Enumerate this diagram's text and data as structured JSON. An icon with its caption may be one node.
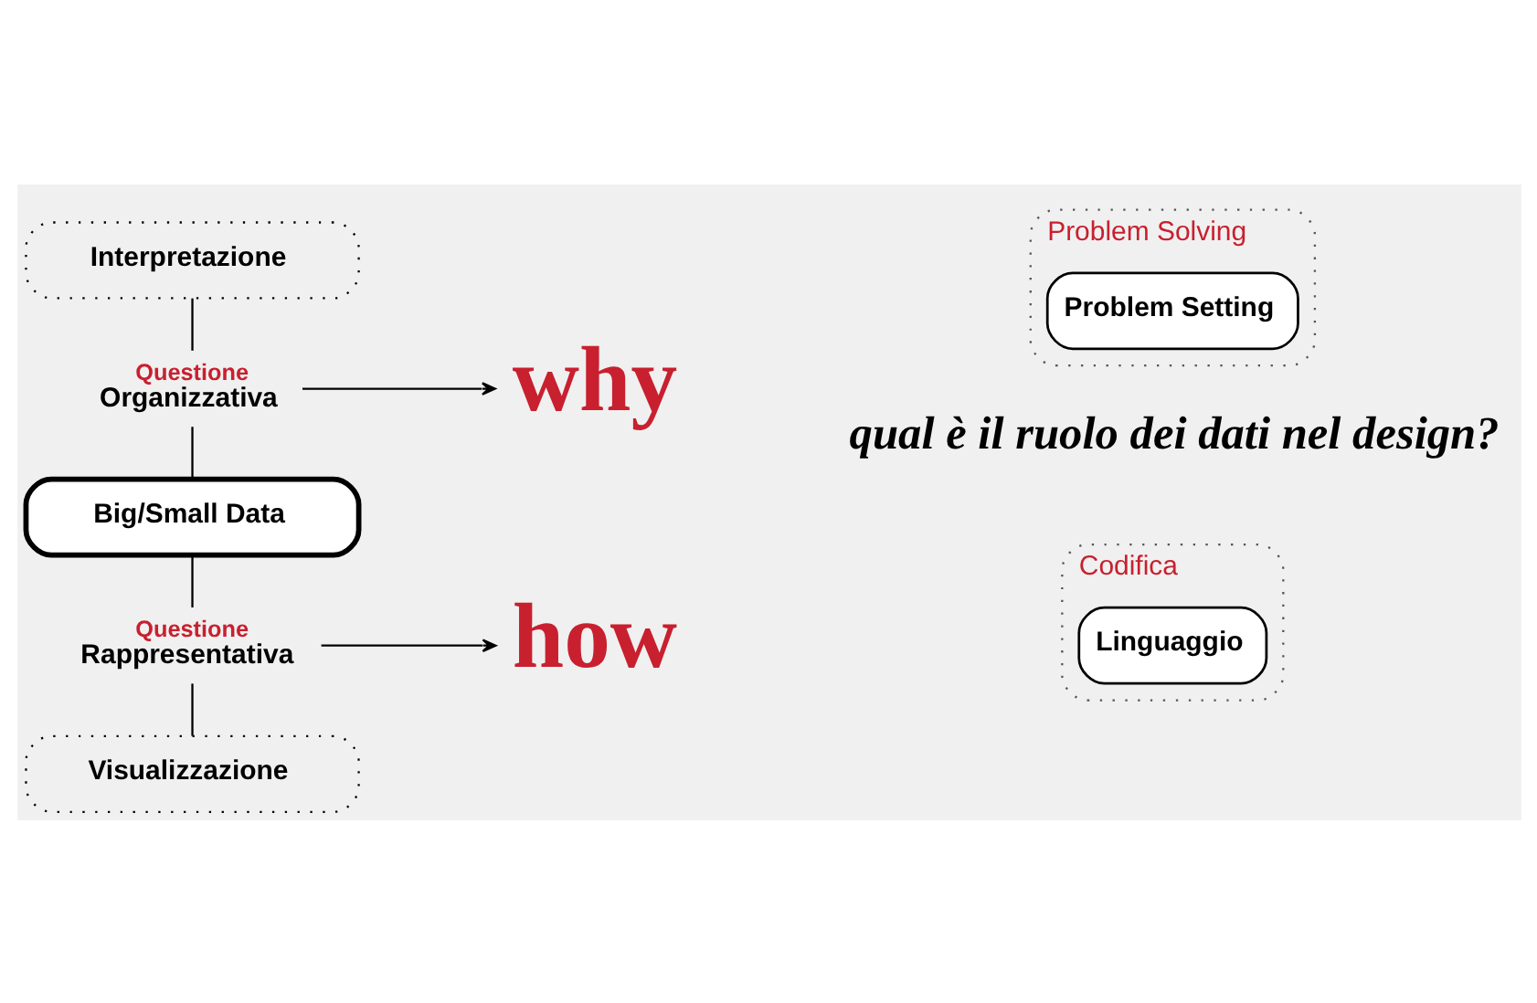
{
  "diagram": {
    "nodes": [
      {
        "text": [
          "Interpretazione"
        ]
      },
      {
        "text": [
          "Questione",
          "Organizzativa"
        ]
      },
      {
        "text": [
          "why"
        ]
      },
      {
        "text": [
          "Problem Solving"
        ]
      },
      {
        "text": [
          "Problem Setting"
        ],
        "in": 3
      },
      {
        "text": [
          "Big/Small Data"
        ]
      },
      {
        "text": [
          "Questione",
          "Rappresentativa"
        ]
      },
      {
        "text": [
          "how"
        ]
      },
      {
        "text": [
          "Codifica"
        ]
      },
      {
        "text": [
          "Linguaggio"
        ],
        "in": 8
      },
      {
        "text": [
          "Visualizzazione"
        ]
      }
    ],
    "edges": [
      {
        "from": 0,
        "to": 1,
        "arrow": "none"
      },
      {
        "from": 1,
        "to": 5,
        "arrow": "none"
      },
      {
        "from": 5,
        "to": 6,
        "arrow": "none"
      },
      {
        "from": 6,
        "to": 10,
        "arrow": "none"
      },
      {
        "from": 1,
        "to": 2,
        "arrow": "to"
      },
      {
        "from": 6,
        "to": 7,
        "arrow": "to"
      }
    ],
    "labels": [
      "qual è il ruolo dei dati nel design?"
    ]
  }
}
